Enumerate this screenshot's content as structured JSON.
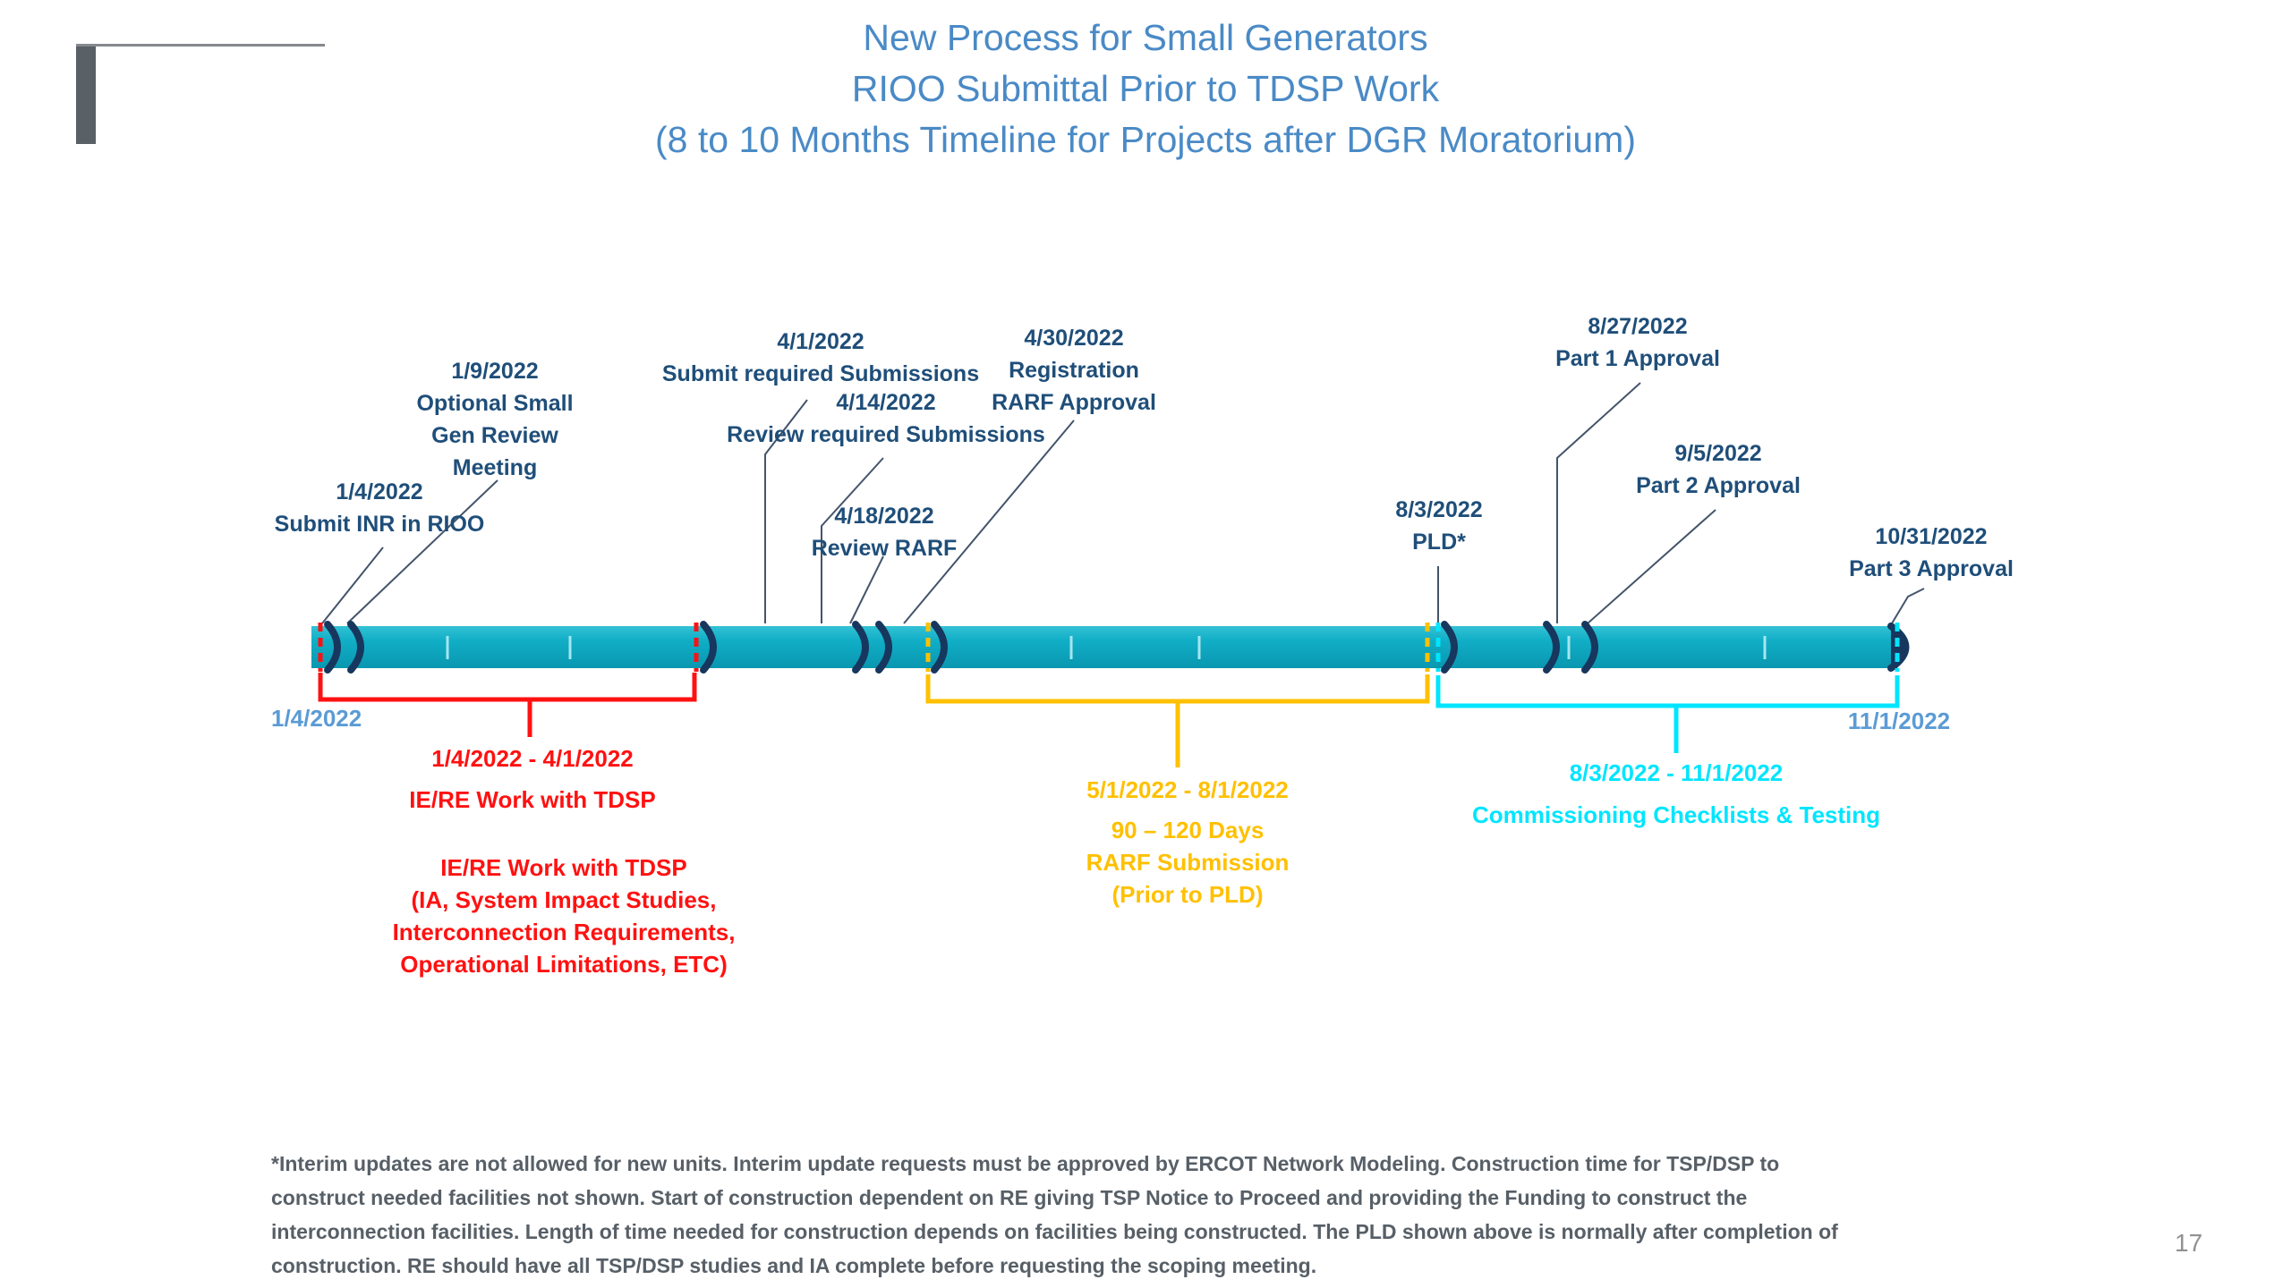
{
  "slide": {
    "title_lines": [
      "New Process for Small Generators",
      "RIOO Submittal Prior to TDSP Work",
      "(8 to 10 Months Timeline for Projects after DGR Moratorium)"
    ],
    "page_number": "17"
  },
  "timeline": {
    "start_label": "1/4/2022",
    "end_label": "11/1/2022",
    "milestones": [
      {
        "date": "1/4/2022",
        "lines": [
          "Submit INR in RIOO"
        ]
      },
      {
        "date": "1/9/2022",
        "lines": [
          "Optional Small",
          "Gen Review",
          "Meeting"
        ]
      },
      {
        "date": "4/1/2022",
        "lines": [
          "Submit required Submissions"
        ]
      },
      {
        "date": "4/14/2022",
        "lines": [
          "Review required Submissions"
        ]
      },
      {
        "date": "4/18/2022",
        "lines": [
          "Review RARF"
        ]
      },
      {
        "date": "4/30/2022",
        "lines": [
          "Registration",
          "RARF Approval"
        ]
      },
      {
        "date": "8/3/2022",
        "lines": [
          "PLD*"
        ]
      },
      {
        "date": "8/27/2022",
        "lines": [
          "Part 1 Approval"
        ]
      },
      {
        "date": "9/5/2022",
        "lines": [
          "Part 2 Approval"
        ]
      },
      {
        "date": "10/31/2022",
        "lines": [
          "Part 3 Approval"
        ]
      }
    ]
  },
  "phases": {
    "red": {
      "range": "1/4/2022 - 4/1/2022",
      "title": "IE/RE Work with TDSP",
      "details": [
        "IE/RE Work with TDSP",
        "(IA, System Impact Studies,",
        "Interconnection Requirements,",
        "Operational Limitations, ETC)"
      ]
    },
    "orange": {
      "range": "5/1/2022 - 8/1/2022",
      "lines": [
        "90 – 120 Days",
        "RARF Submission",
        "(Prior to PLD)"
      ]
    },
    "cyan": {
      "range": "8/3/2022 - 11/1/2022",
      "title": "Commissioning Checklists & Testing"
    }
  },
  "footnote_lines": [
    "*Interim updates are not allowed for new units. Interim update requests must be approved by ERCOT Network Modeling.  Construction time for TSP/DSP to",
    "construct needed facilities not shown.  Start of construction dependent on RE giving TSP Notice to Proceed and providing the Funding to construct the",
    "interconnection facilities.  Length of time needed for construction depends on facilities being constructed.  The PLD shown above is normally after completion of",
    "construction.  RE should have all TSP/DSP studies and IA complete before requesting the scoping meeting."
  ],
  "colors": {
    "title_blue": "#4A8AC6",
    "milestone_navy": "#1F4E79",
    "endpoint_blue": "#5B9BD5",
    "phase_red": "#FF1111",
    "phase_amber": "#FFC000",
    "phase_cyan": "#00E5FF",
    "bar_teal": "#10AEC6",
    "bar_cap_navy": "#17375E",
    "footnote_gray": "#575F67"
  }
}
